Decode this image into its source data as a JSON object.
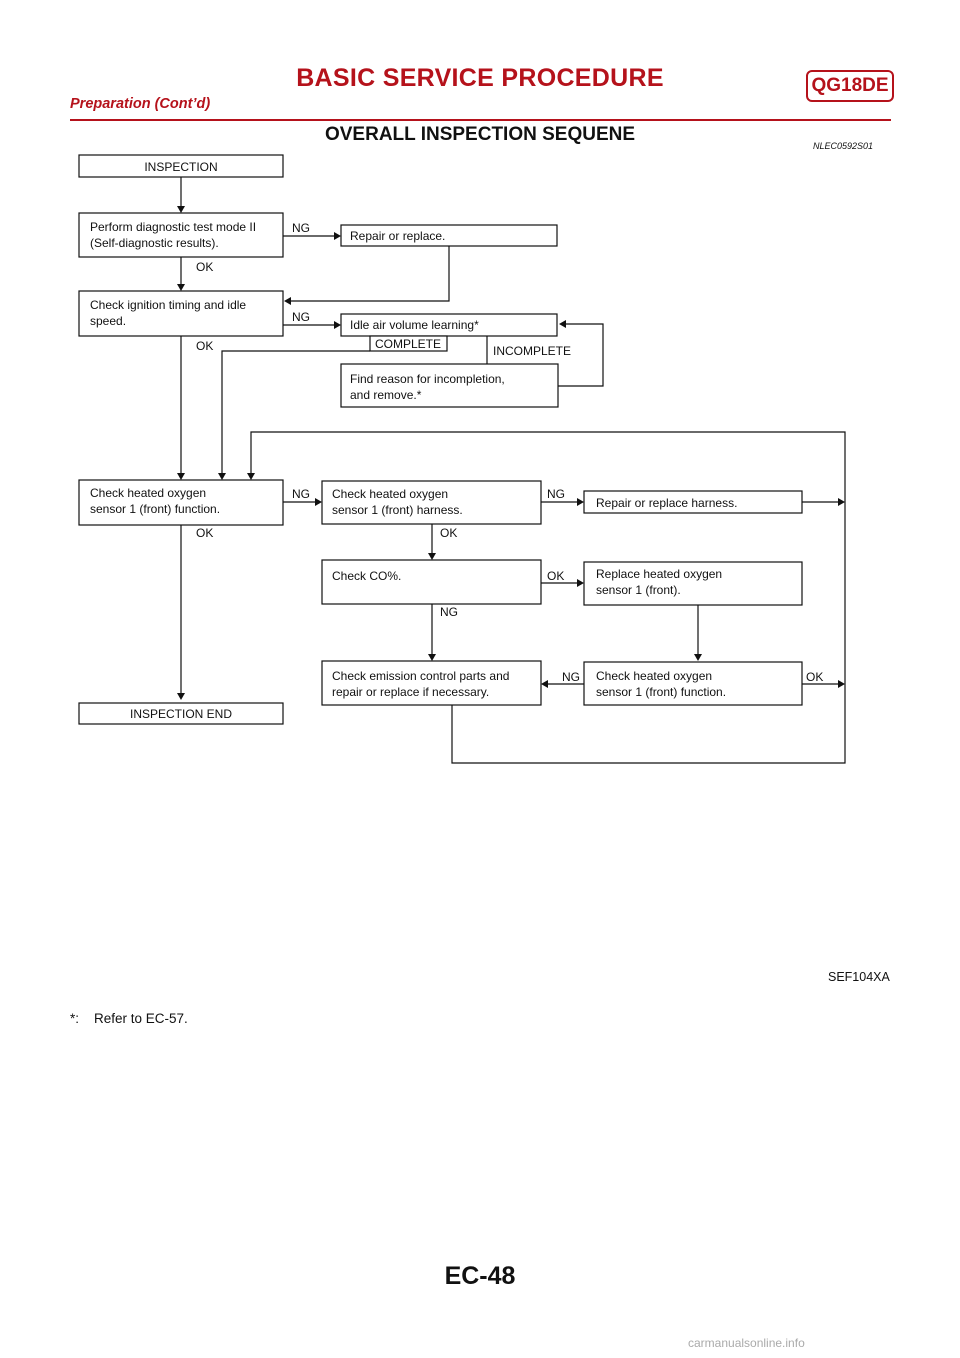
{
  "header": {
    "title": "BASIC SERVICE PROCEDURE",
    "engine_code": "QG18DE",
    "subtitle": "Preparation (Cont’d)"
  },
  "section": {
    "title": "OVERALL INSPECTION SEQUENE",
    "code": "NLEC0592S01"
  },
  "flowchart": {
    "boxes": {
      "inspection": [
        "INSPECTION"
      ],
      "diag_test": [
        "Perform diagnostic test mode II",
        "(Self-diagnostic results)."
      ],
      "repair_replace": [
        "Repair or replace."
      ],
      "check_ignition": [
        "Check ignition timing and idle",
        "speed."
      ],
      "idle_air": [
        "Idle air volume learning*"
      ],
      "find_reason": [
        "Find reason for incompletion,",
        "and remove.*"
      ],
      "check_ho2s_func": [
        "Check heated oxygen",
        "sensor 1 (front) function."
      ],
      "check_ho2s_harness": [
        "Check heated oxygen",
        "sensor 1 (front) harness."
      ],
      "repair_harness": [
        "Repair or replace harness."
      ],
      "check_co": [
        "Check CO%."
      ],
      "replace_ho2s": [
        "Replace heated oxygen",
        "sensor 1 (front)."
      ],
      "check_emission": [
        "Check emission control parts and",
        "repair or replace if necessary."
      ],
      "check_ho2s_func2": [
        "Check heated oxygen",
        "sensor 1 (front) function."
      ],
      "inspection_end": [
        "INSPECTION END"
      ]
    },
    "labels": {
      "ng": "NG",
      "ok": "OK",
      "complete": "COMPLETE",
      "incomplete": "INCOMPLETE"
    }
  },
  "figure_ref": "SEF104XA",
  "footnote": "*:    Refer to EC-57.",
  "page_number": "EC-48",
  "watermark": "carmanualsonline.info"
}
